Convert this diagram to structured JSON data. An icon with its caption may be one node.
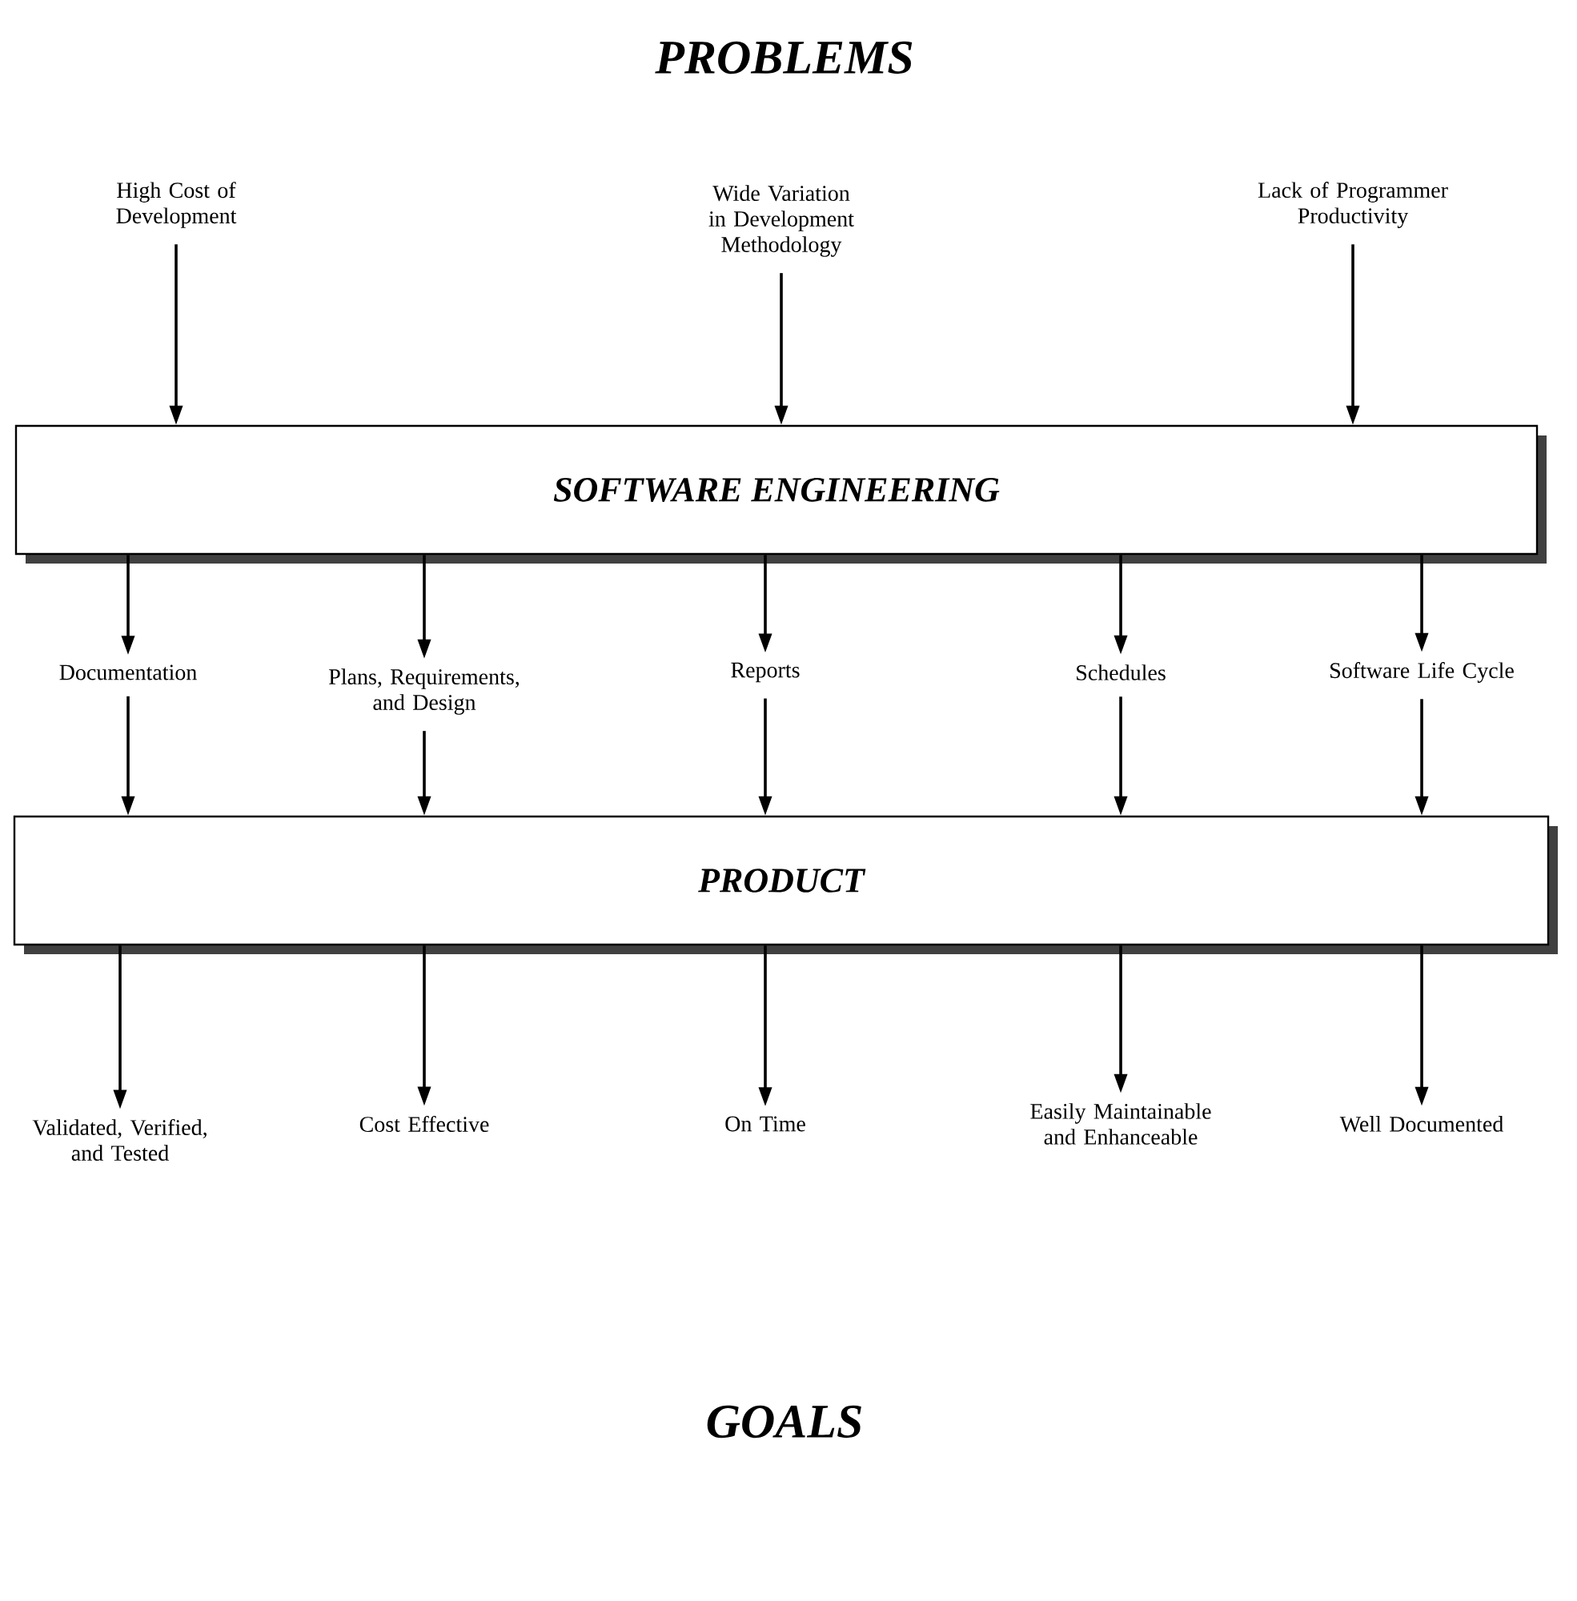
{
  "diagram": {
    "title": "PROBLEMS",
    "nodes": [
      {
        "text": [
          "High Cost of Development"
        ]
      },
      {
        "text": [
          "Wide Variation in Development Methodology"
        ]
      },
      {
        "text": [
          "Lack of Programmer Productivity"
        ]
      },
      {
        "text": [
          "SOFTWARE ENGINEERING"
        ]
      },
      {
        "text": [
          "Documentation"
        ]
      },
      {
        "text": [
          "Plans, Requirements, and Design"
        ]
      },
      {
        "text": [
          "Reports"
        ]
      },
      {
        "text": [
          "Schedules"
        ]
      },
      {
        "text": [
          "Software Life Cycle"
        ]
      },
      {
        "text": [
          "PRODUCT"
        ]
      },
      {
        "text": [
          "Validated, Verified, and Tested"
        ]
      },
      {
        "text": [
          "Cost Effective"
        ]
      },
      {
        "text": [
          "On Time"
        ]
      },
      {
        "text": [
          "Easily Maintainable and Enhanceable"
        ]
      },
      {
        "text": [
          "Well Documented"
        ]
      }
    ],
    "edges": [
      {
        "from": 0,
        "to": 3,
        "arrow": "to"
      },
      {
        "from": 1,
        "to": 3,
        "arrow": "to"
      },
      {
        "from": 2,
        "to": 3,
        "arrow": "to"
      },
      {
        "from": 3,
        "to": 4,
        "arrow": "to"
      },
      {
        "from": 3,
        "to": 5,
        "arrow": "to"
      },
      {
        "from": 3,
        "to": 6,
        "arrow": "to"
      },
      {
        "from": 3,
        "to": 7,
        "arrow": "to"
      },
      {
        "from": 3,
        "to": 8,
        "arrow": "to"
      },
      {
        "from": 4,
        "to": 9,
        "arrow": "to"
      },
      {
        "from": 5,
        "to": 9,
        "arrow": "to"
      },
      {
        "from": 6,
        "to": 9,
        "arrow": "to"
      },
      {
        "from": 7,
        "to": 9,
        "arrow": "to"
      },
      {
        "from": 8,
        "to": 9,
        "arrow": "to"
      },
      {
        "from": 9,
        "to": 10,
        "arrow": "to"
      },
      {
        "from": 9,
        "to": 11,
        "arrow": "to"
      },
      {
        "from": 9,
        "to": 12,
        "arrow": "to"
      },
      {
        "from": 9,
        "to": 13,
        "arrow": "to"
      },
      {
        "from": 9,
        "to": 14,
        "arrow": "to"
      }
    ],
    "labels": [
      "GOALS"
    ]
  }
}
